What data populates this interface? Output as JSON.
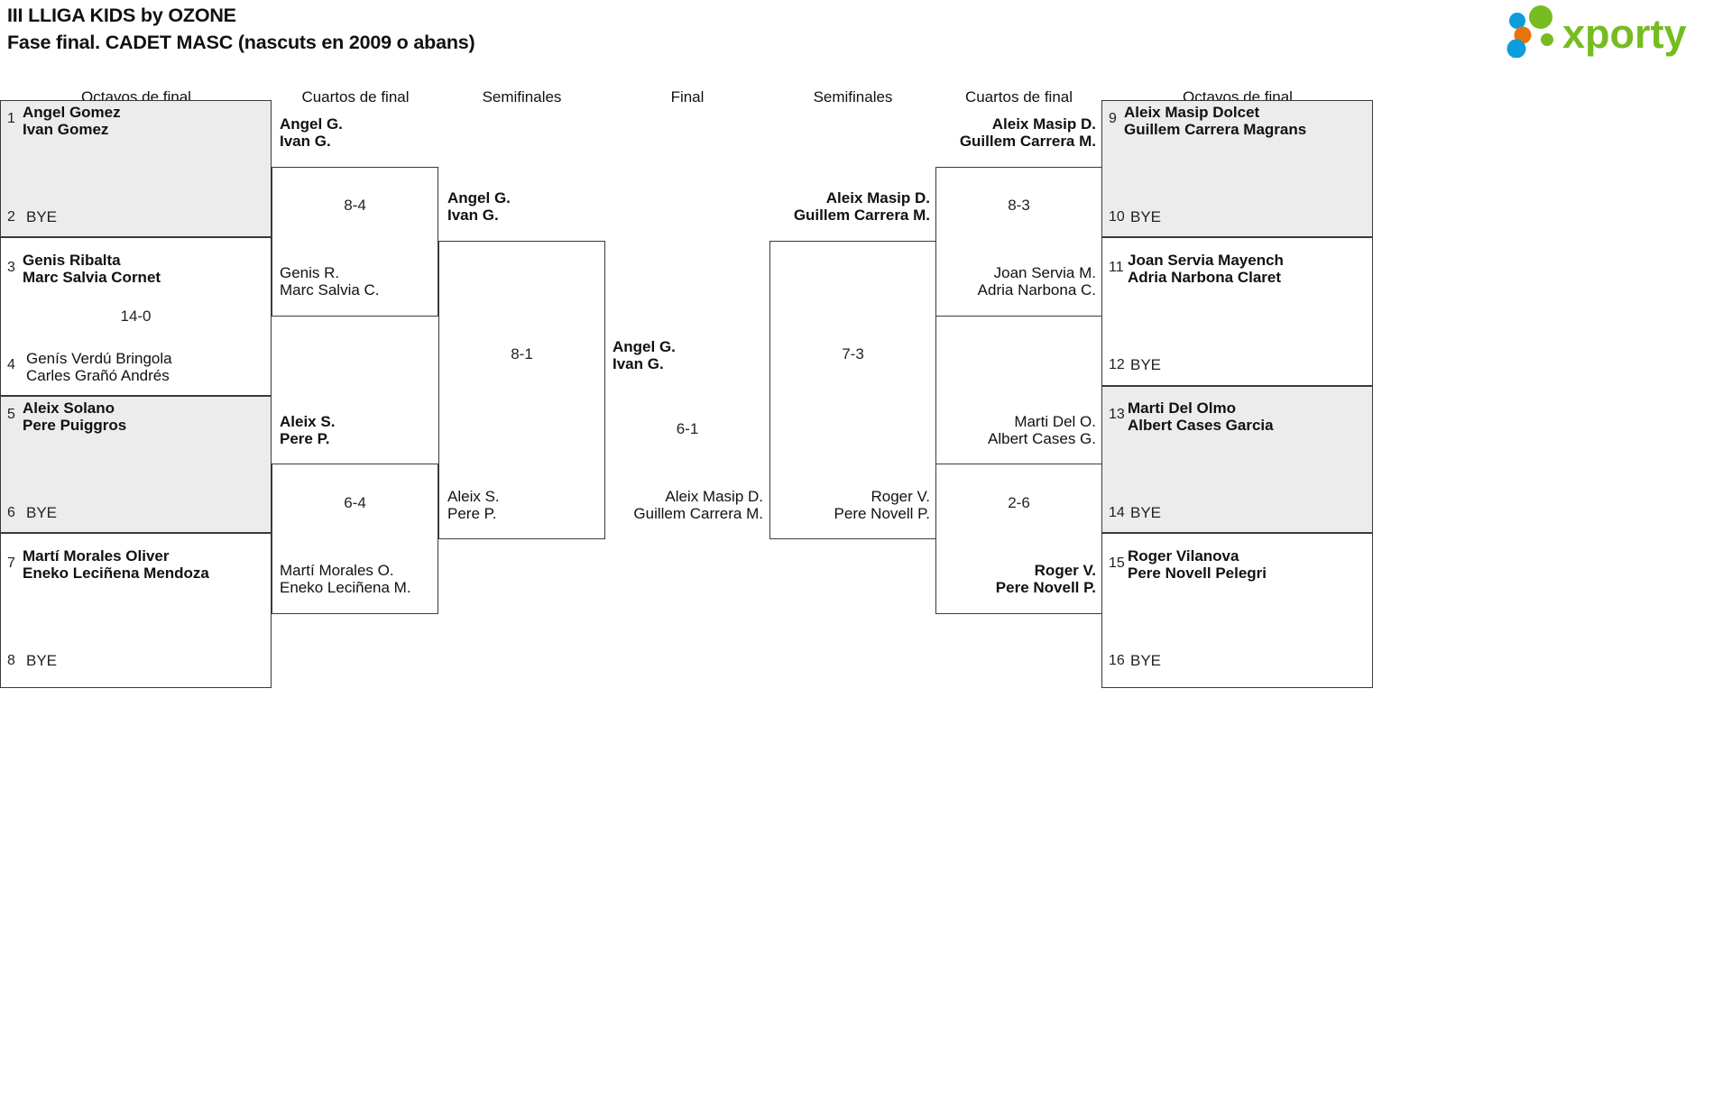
{
  "header": {
    "title_line1": "III LLIGA KIDS by OZONE",
    "title_line2": "Fase final. CADET MASC (nascuts en 2009 o abans)",
    "logo_text": "xporty",
    "logo_colors": {
      "green": "#76bc21",
      "blue": "#0d9ddb",
      "orange": "#e8730c"
    }
  },
  "round_headers": {
    "left_r16": "Octavos de final",
    "left_qf": "Cuartos de final",
    "left_sf": "Semifinales",
    "final": "Final",
    "right_sf": "Semifinales",
    "right_qf": "Cuartos de final",
    "right_r16": "Octavos de final"
  },
  "labels": {
    "bye": "BYE"
  },
  "left": {
    "r16": [
      {
        "seed": "1",
        "p1": "Angel Gomez",
        "p2": "Ivan Gomez",
        "winner": true
      },
      {
        "seed": "2",
        "bye": "BYE"
      },
      {
        "seed": "3",
        "p1": "Genis Ribalta",
        "p2": "Marc Salvia Cornet",
        "winner": true
      },
      {
        "seed": "4",
        "p1": "Genís Verdú Bringola",
        "p2": "Carles Grañó Andrés",
        "winner": false
      },
      {
        "seed": "5",
        "p1": "Aleix Solano",
        "p2": "Pere Puiggros",
        "winner": true
      },
      {
        "seed": "6",
        "bye": "BYE"
      },
      {
        "seed": "7",
        "p1": "Martí Morales Oliver",
        "p2": "Eneko Leciñena Mendoza",
        "winner": true
      },
      {
        "seed": "8",
        "bye": "BYE"
      }
    ],
    "r16_scores": [
      "",
      "14-0",
      "",
      ""
    ],
    "qf": [
      {
        "p1": "Angel G.",
        "p2": "Ivan G.",
        "winner": true
      },
      {
        "p1": "Genis R.",
        "p2": "Marc Salvia C.",
        "winner": false
      },
      {
        "p1": "Aleix S.",
        "p2": "Pere P.",
        "winner": true
      },
      {
        "p1": "Martí Morales O.",
        "p2": "Eneko Leciñena M.",
        "winner": false
      }
    ],
    "qf_scores": [
      "8-4",
      "6-4"
    ],
    "sf": [
      {
        "p1": "Angel G.",
        "p2": "Ivan G.",
        "winner": true
      },
      {
        "p1": "Aleix S.",
        "p2": "Pere P.",
        "winner": false
      }
    ],
    "sf_score": "8-1"
  },
  "right": {
    "r16": [
      {
        "seed": "9",
        "p1": "Aleix Masip Dolcet",
        "p2": "Guillem Carrera Magrans",
        "winner": true
      },
      {
        "seed": "10",
        "bye": "BYE"
      },
      {
        "seed": "11",
        "p1": "Joan Servia Mayench",
        "p2": "Adria Narbona Claret",
        "winner": true
      },
      {
        "seed": "12",
        "bye": "BYE"
      },
      {
        "seed": "13",
        "p1": "Marti Del Olmo",
        "p2": "Albert Cases Garcia",
        "winner": true
      },
      {
        "seed": "14",
        "bye": "BYE"
      },
      {
        "seed": "15",
        "p1": "Roger Vilanova",
        "p2": "Pere Novell Pelegri",
        "winner": true
      },
      {
        "seed": "16",
        "bye": "BYE"
      }
    ],
    "qf": [
      {
        "p1": "Aleix Masip D.",
        "p2": "Guillem Carrera M.",
        "winner": true
      },
      {
        "p1": "Joan Servia M.",
        "p2": "Adria Narbona C.",
        "winner": false
      },
      {
        "p1": "Marti Del O.",
        "p2": "Albert Cases G.",
        "winner": false
      },
      {
        "p1": "Roger V.",
        "p2": "Pere Novell P.",
        "winner": true
      }
    ],
    "qf_scores": [
      "8-3",
      "2-6"
    ],
    "sf": [
      {
        "p1": "Aleix Masip D.",
        "p2": "Guillem Carrera M.",
        "winner": true
      },
      {
        "p1": "Roger V.",
        "p2": "Pere Novell P.",
        "winner": false
      }
    ],
    "sf_score": "7-3"
  },
  "final": {
    "champion": {
      "p1": "Angel G.",
      "p2": "Ivan G."
    },
    "runner_up": {
      "p1": "Aleix Masip D.",
      "p2": "Guillem Carrera M."
    },
    "score": "6-1"
  }
}
